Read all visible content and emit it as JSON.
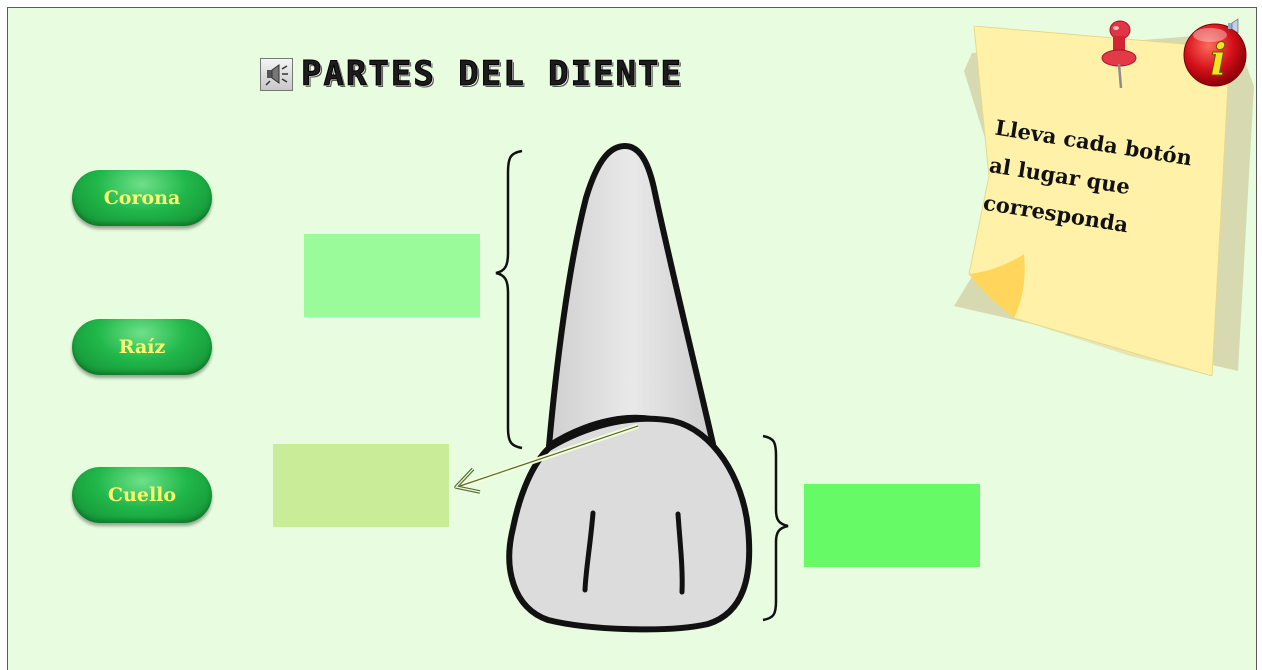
{
  "title": {
    "text": "PARTES DEL DIENTE",
    "speaker_icon": "speaker-icon"
  },
  "buttons": [
    {
      "label": "Corona"
    },
    {
      "label": "Raíz"
    },
    {
      "label": "Cuello"
    }
  ],
  "note": {
    "lines": [
      "Lleva cada botón",
      "al lugar que",
      "corresponda"
    ]
  },
  "info": {
    "icon": "info-icon",
    "letter": "i"
  },
  "colors": {
    "background": "#e8fde0",
    "drop_top": "#99fb9a",
    "drop_middle": "#c8ec98",
    "drop_right": "#66fb66",
    "button_green": "#21b84a",
    "button_text": "#fffb6e",
    "note_yellow": "#fff2a8"
  }
}
